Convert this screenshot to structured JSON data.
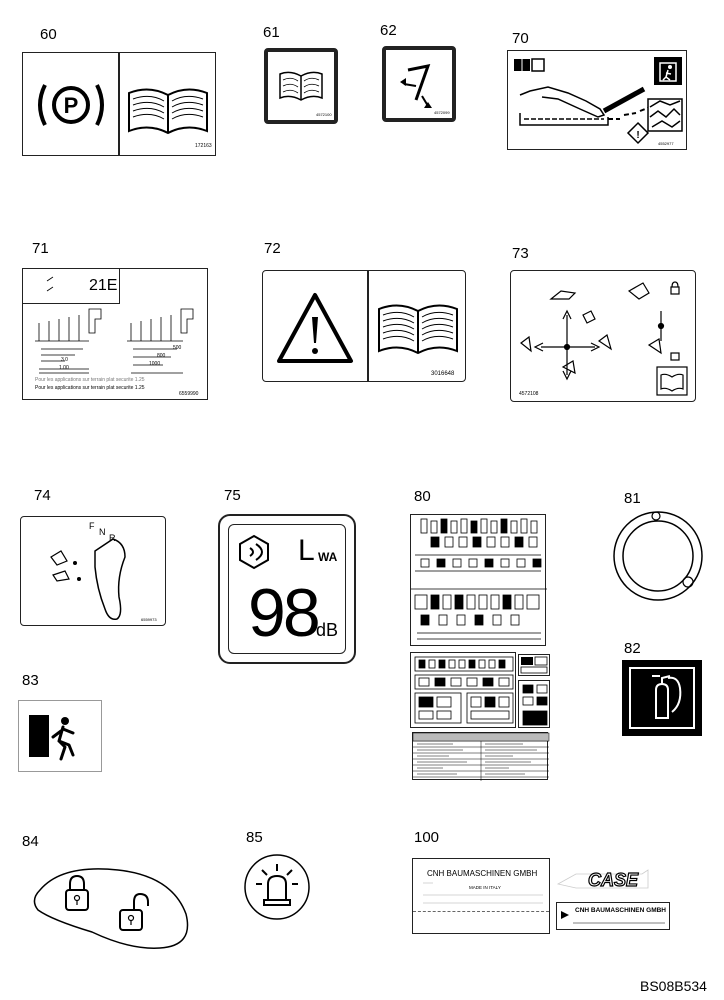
{
  "labels": [
    {
      "number": "60",
      "code": "172163",
      "desc": "parking-brake-manual"
    },
    {
      "number": "61",
      "code": "4572100",
      "desc": "manual"
    },
    {
      "number": "62",
      "code": "4572099",
      "desc": "rotation"
    },
    {
      "number": "70",
      "code": "4552977",
      "desc": "boom-danger"
    },
    {
      "number": "71",
      "code": "6559990",
      "desc": "load-chart"
    },
    {
      "number": "72",
      "code": "3016648",
      "desc": "warning-manual"
    },
    {
      "number": "73",
      "code": "4572108",
      "desc": "controls"
    },
    {
      "number": "74",
      "code": "6559973",
      "desc": "shift-lever"
    },
    {
      "number": "75",
      "desc": "noise-level"
    },
    {
      "number": "80",
      "desc": "fuse-chart"
    },
    {
      "number": "81",
      "desc": "ring"
    },
    {
      "number": "82",
      "desc": "fire-extinguisher"
    },
    {
      "number": "83",
      "desc": "emergency-exit"
    },
    {
      "number": "84",
      "desc": "lock-unlock"
    },
    {
      "number": "85",
      "desc": "beacon"
    },
    {
      "number": "100",
      "desc": "nameplate"
    }
  ],
  "label71": {
    "model": "21E",
    "line1": "Pour les applications sur terrain plat securite 1.25",
    "line2": "Pour les applications sur terrain plat securite 1.25",
    "dims": [
      "500",
      "800",
      "1000",
      "3.0",
      "1.00"
    ]
  },
  "label74": {
    "gears": [
      "F",
      "N",
      "R"
    ]
  },
  "label75": {
    "symbol": "L",
    "subscript": "WA",
    "value": "98",
    "unit": "dB"
  },
  "label100": {
    "company": "CNH BAUMASCHINEN GMBH",
    "made_in": "MADE IN ITALY",
    "brand": "CASE",
    "company2": "CNH BAUMASCHINEN GMBH"
  },
  "drawing_id": "BS08B534"
}
